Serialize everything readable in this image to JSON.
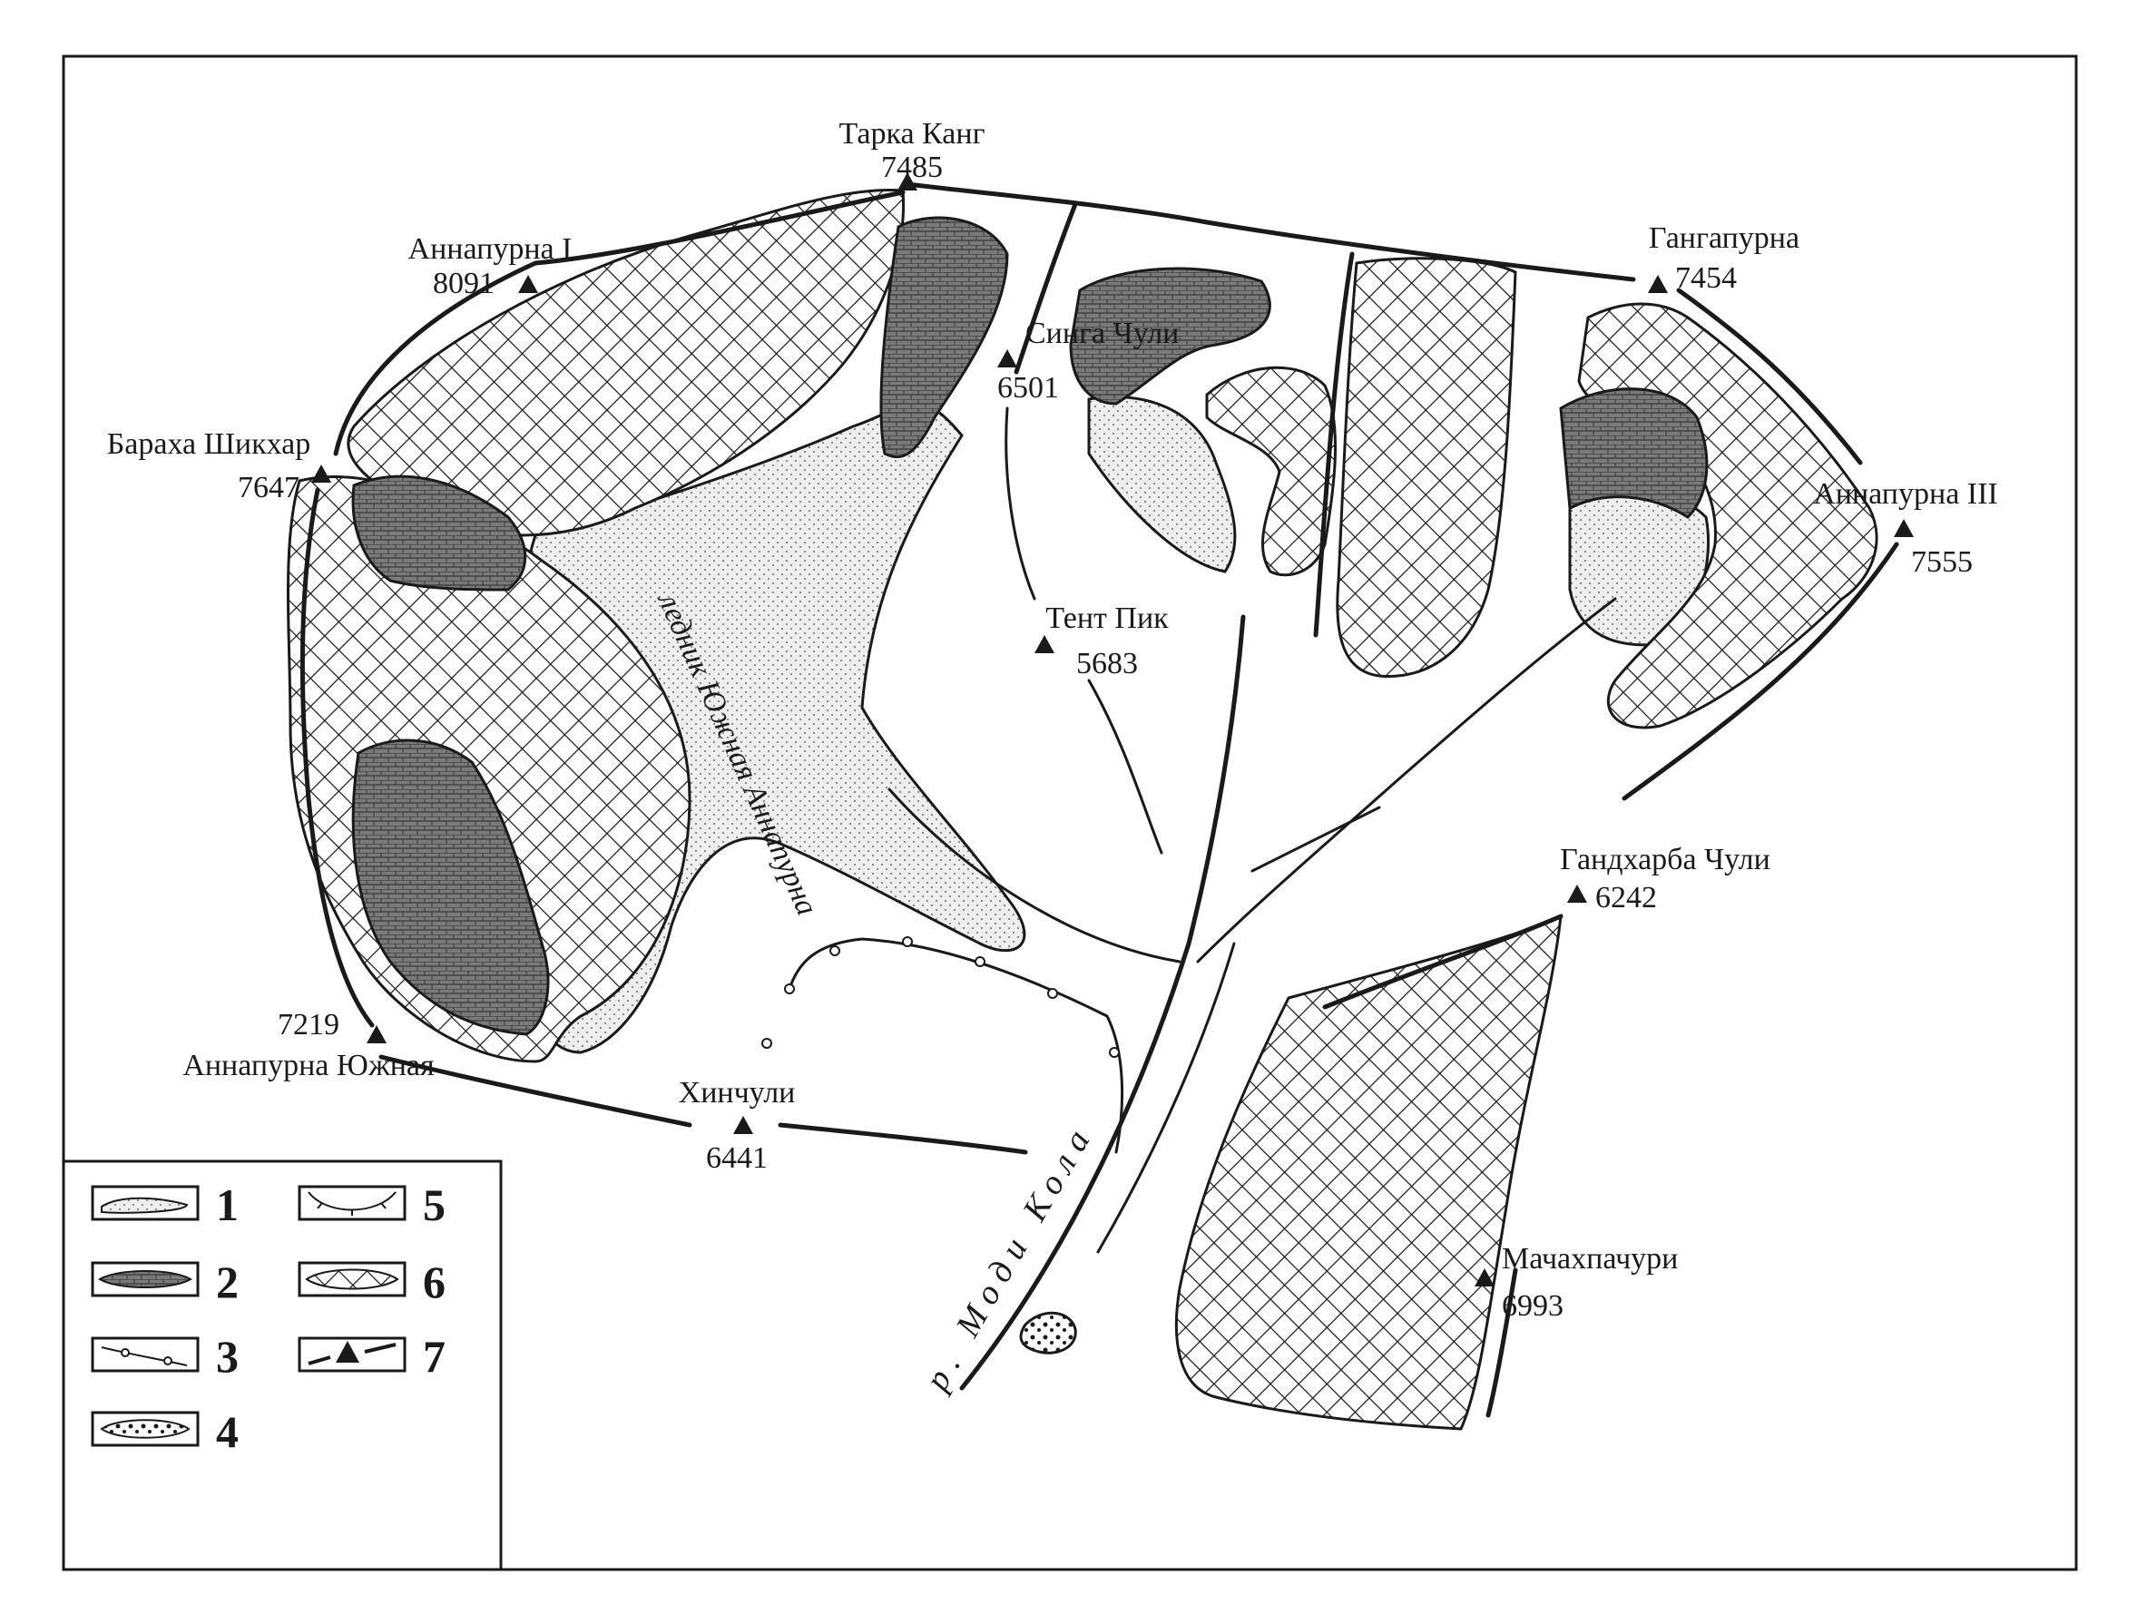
{
  "peaks": [
    {
      "id": "tarka-kang",
      "name": "Тарка Канг",
      "height": "7485"
    },
    {
      "id": "annapurna-1",
      "name": "Аннапурна I",
      "height": "8091"
    },
    {
      "id": "gangapurna",
      "name": "Гангапурна",
      "height": "7454"
    },
    {
      "id": "singa-chuli",
      "name": "Синга Чули",
      "height": "6501"
    },
    {
      "id": "barakha-shikhar",
      "name": "Бараха Шикхар",
      "height": "7647"
    },
    {
      "id": "annapurna-3",
      "name": "Аннапурна III",
      "height": "7555"
    },
    {
      "id": "tent-peak",
      "name": "Тент Пик",
      "height": "5683"
    },
    {
      "id": "gandharba-chuli",
      "name": "Гандхарба Чули",
      "height": "6242"
    },
    {
      "id": "annapurna-south",
      "name": "Аннапурна Южная",
      "height": "7219"
    },
    {
      "id": "hinchuli",
      "name": "Хинчули",
      "height": "6441"
    },
    {
      "id": "machapuchare",
      "name": "Мачахпачури",
      "height": "6993"
    }
  ],
  "glacier_label": "ледник Южная Аннапурна",
  "river_label": "р. Моди Кола",
  "legend": [
    "1",
    "2",
    "3",
    "4",
    "5",
    "6",
    "7"
  ]
}
